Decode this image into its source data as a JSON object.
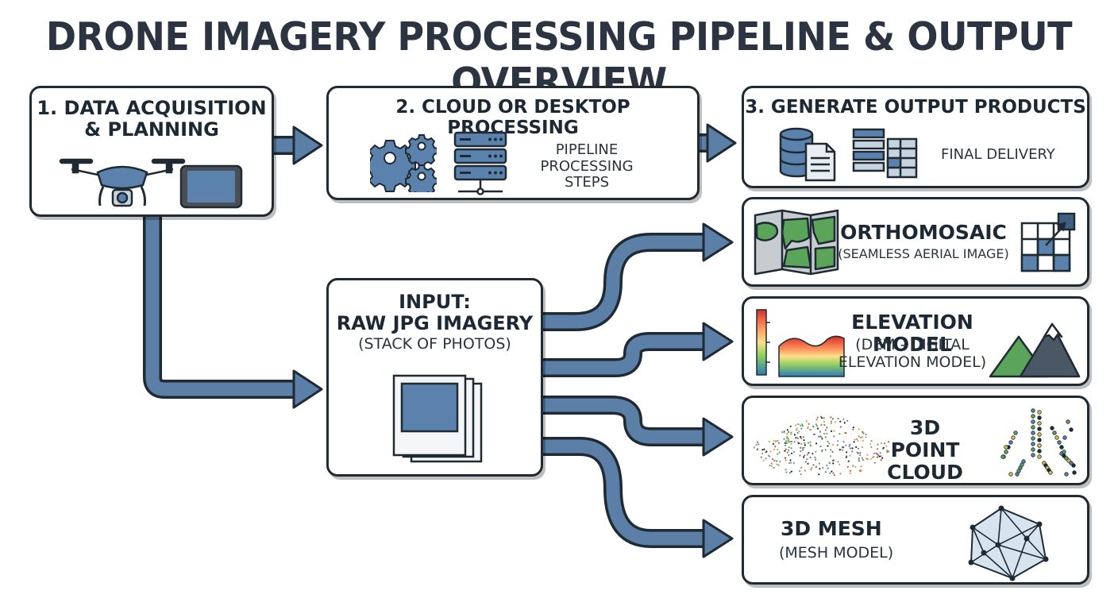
{
  "title": "DRONE IMAGERY PROCESSING PIPELINE & OUTPUT OVERVIEW",
  "steps": {
    "acquisition": {
      "line1": "1. DATA ACQUISITION",
      "line2": "& PLANNING"
    },
    "processing": {
      "title": "2. CLOUD OR DESKTOP PROCESSING",
      "caption_line1": "PIPELINE",
      "caption_line2": "PROCESSING STEPS"
    },
    "outputs": {
      "title": "3. GENERATE OUTPUT PRODUCTS",
      "caption": "FINAL DELIVERY"
    }
  },
  "input": {
    "line1": "INPUT:",
    "line2": "RAW JPG IMAGERY",
    "line3": "(STACK OF PHOTOS)"
  },
  "products": [
    {
      "title": "ORTHOMOSAIC",
      "subtitle": "(SEAMLESS AERIAL IMAGE)"
    },
    {
      "title": "ELEVATION MODEL",
      "subtitle_line1": "(DEM - DIGITAL",
      "subtitle_line2": "ELEVATION MODEL)"
    },
    {
      "title_line1": "3D POINT",
      "title_line2": "CLOUD"
    },
    {
      "title": "3D MESH",
      "subtitle": "(MESH MODEL)"
    }
  ],
  "colors": {
    "arrow_fill": "#5b7fa6",
    "outline": "#1f2a33",
    "accent_blue": "#5b82ad",
    "accent_green": "#5aa55a"
  },
  "icons": [
    "drone-icon",
    "tablet-icon",
    "gears-icon",
    "server-icon",
    "database-icon",
    "document-icon",
    "table-icon",
    "map-icon",
    "grid-icon",
    "heatmap-legend-icon",
    "elevation-surface-icon",
    "mountains-icon",
    "point-cloud-icon",
    "wireframe-mesh-icon",
    "photo-stack-icon"
  ]
}
